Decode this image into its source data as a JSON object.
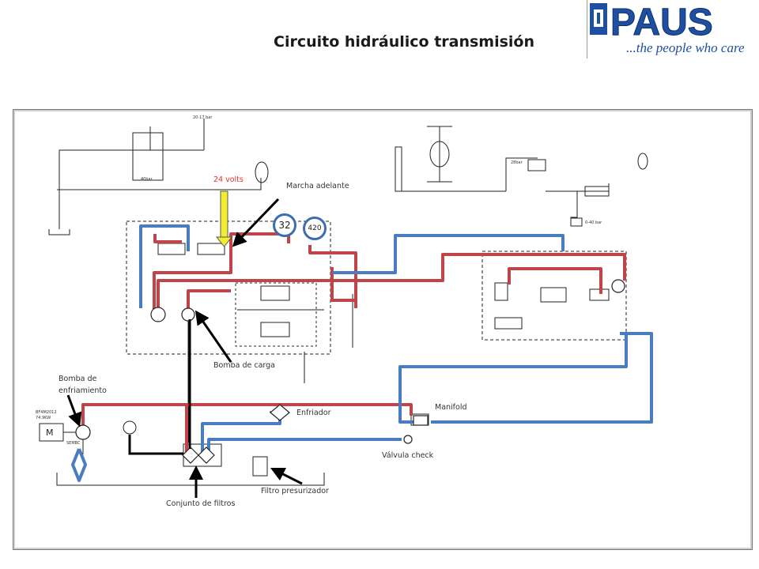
{
  "title": "Circuito hidráulico transmisión",
  "logo": {
    "brand": "PAUS",
    "tagline": "...the people who care"
  },
  "labels": {
    "volts": "24 volts",
    "marcha": "Marcha adelante",
    "carga": "Bomba de carga",
    "enfriamiento": "Bomba de enfriamiento",
    "enfriador": "Enfriador",
    "manifold": "Manifold",
    "check": "Válvula check",
    "filtros": "Conjunto de filtros",
    "presurizador": "Filtro presurizador"
  },
  "gauges": {
    "g1": "32",
    "g2": "420"
  },
  "colors": {
    "pressure": "#c0454a",
    "return": "#4a7cc2",
    "signal": "#f2ee2f",
    "pointer": "#000000"
  }
}
